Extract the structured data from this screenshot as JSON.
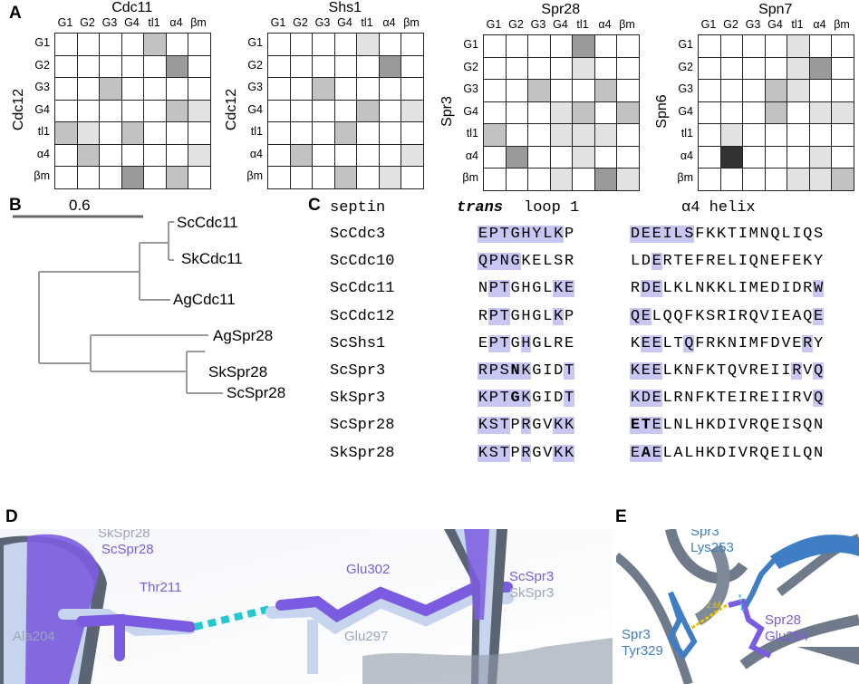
{
  "panel_labels": {
    "a": "A",
    "b": "B",
    "c": "C",
    "d": "D",
    "e": "E"
  },
  "panel_a": {
    "col_labels": [
      "G1",
      "G2",
      "G3",
      "G4",
      "tl1",
      "α4",
      "βm"
    ],
    "row_labels": [
      "G1",
      "G2",
      "G3",
      "G4",
      "tl1",
      "α4",
      "βm"
    ],
    "matrices": [
      {
        "title": "Cdc11",
        "row_title": "Cdc12",
        "cells": [
          [
            0,
            0,
            0,
            0,
            2,
            0,
            0
          ],
          [
            0,
            0,
            0,
            0,
            0,
            3,
            0
          ],
          [
            0,
            0,
            2,
            0,
            0,
            0,
            0
          ],
          [
            0,
            0,
            0,
            0,
            0,
            2,
            1
          ],
          [
            2,
            1,
            0,
            2,
            0,
            0,
            0
          ],
          [
            0,
            2,
            0,
            0,
            0,
            0,
            1
          ],
          [
            0,
            0,
            0,
            3,
            0,
            2,
            0
          ]
        ]
      },
      {
        "title": "Shs1",
        "row_title": "Cdc12",
        "cells": [
          [
            0,
            0,
            0,
            0,
            1,
            0,
            0
          ],
          [
            0,
            0,
            0,
            0,
            0,
            3,
            0
          ],
          [
            0,
            0,
            2,
            0,
            0,
            0,
            0
          ],
          [
            0,
            0,
            0,
            0,
            2,
            0,
            1
          ],
          [
            0,
            0,
            0,
            2,
            0,
            0,
            0
          ],
          [
            0,
            2,
            0,
            0,
            0,
            0,
            1
          ],
          [
            0,
            0,
            0,
            2,
            0,
            1,
            0
          ]
        ]
      },
      {
        "title": "Spr28",
        "row_title": "Spr3",
        "cells": [
          [
            0,
            0,
            0,
            0,
            3,
            0,
            0
          ],
          [
            0,
            0,
            0,
            0,
            1,
            0,
            0
          ],
          [
            0,
            0,
            2,
            0,
            0,
            2,
            0
          ],
          [
            0,
            0,
            0,
            1,
            2,
            0,
            2
          ],
          [
            2,
            0,
            0,
            1,
            1,
            1,
            0
          ],
          [
            0,
            3,
            0,
            0,
            1,
            0,
            0
          ],
          [
            0,
            0,
            0,
            1,
            0,
            3,
            1
          ]
        ]
      },
      {
        "title": "Spn7",
        "row_title": "Spn6",
        "cells": [
          [
            0,
            0,
            0,
            0,
            1,
            0,
            0
          ],
          [
            0,
            0,
            0,
            0,
            1,
            3,
            0
          ],
          [
            0,
            0,
            0,
            2,
            1,
            0,
            0
          ],
          [
            0,
            0,
            0,
            2,
            0,
            1,
            1
          ],
          [
            0,
            1,
            0,
            0,
            0,
            0,
            0
          ],
          [
            0,
            4,
            0,
            0,
            0,
            1,
            0
          ],
          [
            0,
            0,
            0,
            0,
            1,
            1,
            2
          ]
        ]
      }
    ],
    "shade_colors": [
      "#ffffff",
      "#e2e2e2",
      "#c2c2c2",
      "#9a9a9a",
      "#333333"
    ]
  },
  "panel_b": {
    "scale_label": "0.6",
    "leaves": [
      "ScCdc11",
      "SkCdc11",
      "AgCdc11",
      "AgSpr28",
      "SkSpr28",
      "ScSpr28"
    ]
  },
  "panel_c": {
    "header_name": "septin",
    "header_trans": "trans",
    "header_loop": "loop 1",
    "header_helix": "α4 helix",
    "rows": [
      {
        "name": "ScCdc3",
        "loop": "EPTGHYLKP",
        "loop_hl": [
          1,
          1,
          1,
          1,
          1,
          1,
          1,
          1,
          0
        ],
        "loop_bd": [
          0,
          0,
          0,
          0,
          0,
          0,
          0,
          0,
          0
        ],
        "helix": "DEEILSFKKTIMNQLIQS",
        "helix_hl": [
          1,
          1,
          1,
          1,
          1,
          1,
          0,
          0,
          0,
          0,
          0,
          0,
          0,
          0,
          0,
          0,
          0,
          0
        ],
        "helix_bd": [
          0,
          0,
          0,
          0,
          0,
          0,
          0,
          0,
          0,
          0,
          0,
          0,
          0,
          0,
          0,
          0,
          0,
          0
        ]
      },
      {
        "name": "ScCdc10",
        "loop": "QPNGKELSR",
        "loop_hl": [
          1,
          1,
          1,
          1,
          0,
          0,
          0,
          0,
          0
        ],
        "loop_bd": [
          0,
          0,
          0,
          0,
          0,
          0,
          0,
          0,
          0
        ],
        "helix": "LDERTEFRELIQNEFEKY",
        "helix_hl": [
          0,
          0,
          1,
          0,
          0,
          0,
          0,
          0,
          0,
          0,
          0,
          0,
          0,
          0,
          0,
          0,
          0,
          0
        ],
        "helix_bd": [
          0,
          0,
          0,
          0,
          0,
          0,
          0,
          0,
          0,
          0,
          0,
          0,
          0,
          0,
          0,
          0,
          0,
          0
        ]
      },
      {
        "name": "ScCdc11",
        "loop": "NPTGHGLKE",
        "loop_hl": [
          0,
          1,
          1,
          0,
          0,
          0,
          0,
          1,
          1
        ],
        "loop_bd": [
          0,
          0,
          0,
          0,
          0,
          0,
          0,
          0,
          0
        ],
        "helix": "RDELKLNKKLIMEDIDRW",
        "helix_hl": [
          0,
          1,
          1,
          0,
          0,
          0,
          0,
          0,
          0,
          0,
          0,
          0,
          0,
          0,
          0,
          0,
          0,
          1
        ],
        "helix_bd": [
          0,
          0,
          0,
          0,
          0,
          0,
          0,
          0,
          0,
          0,
          0,
          0,
          0,
          0,
          0,
          0,
          0,
          0
        ]
      },
      {
        "name": "ScCdc12",
        "loop": "RPTGHGLKP",
        "loop_hl": [
          0,
          1,
          1,
          0,
          0,
          0,
          0,
          1,
          0
        ],
        "loop_bd": [
          0,
          0,
          0,
          0,
          0,
          0,
          0,
          0,
          0
        ],
        "helix": "QELQQFKSRIRQVIEAQE",
        "helix_hl": [
          1,
          1,
          0,
          0,
          0,
          0,
          0,
          0,
          0,
          0,
          0,
          0,
          0,
          0,
          0,
          0,
          0,
          1
        ],
        "helix_bd": [
          0,
          0,
          0,
          0,
          0,
          0,
          0,
          0,
          0,
          0,
          0,
          0,
          0,
          0,
          0,
          0,
          0,
          0
        ]
      },
      {
        "name": "ScShs1",
        "loop": "EPTGHGLRE",
        "loop_hl": [
          0,
          1,
          1,
          0,
          1,
          0,
          0,
          0,
          0
        ],
        "loop_bd": [
          0,
          0,
          0,
          0,
          0,
          0,
          0,
          0,
          0
        ],
        "helix": "KEELTQFRKNIMFDVERY",
        "helix_hl": [
          0,
          1,
          1,
          0,
          0,
          1,
          0,
          0,
          0,
          0,
          0,
          0,
          0,
          0,
          0,
          0,
          1,
          0
        ],
        "helix_bd": [
          0,
          0,
          0,
          0,
          0,
          0,
          0,
          0,
          0,
          0,
          0,
          0,
          0,
          0,
          0,
          0,
          0,
          0
        ]
      },
      {
        "name": "ScSpr3",
        "loop": "RPSNKGIDT",
        "loop_hl": [
          1,
          1,
          1,
          1,
          1,
          0,
          0,
          0,
          1
        ],
        "loop_bd": [
          0,
          0,
          0,
          1,
          0,
          0,
          0,
          0,
          0
        ],
        "helix": "KEELKNFKTQVREIIRVQ",
        "helix_hl": [
          1,
          1,
          1,
          0,
          0,
          0,
          0,
          0,
          0,
          0,
          0,
          0,
          0,
          0,
          0,
          1,
          0,
          1
        ],
        "helix_bd": [
          0,
          0,
          0,
          0,
          0,
          0,
          0,
          0,
          0,
          0,
          0,
          0,
          0,
          0,
          0,
          0,
          0,
          0
        ]
      },
      {
        "name": "SkSpr3",
        "loop": "KPTGKGIDT",
        "loop_hl": [
          1,
          1,
          1,
          1,
          1,
          0,
          0,
          0,
          1
        ],
        "loop_bd": [
          0,
          0,
          0,
          1,
          0,
          0,
          0,
          0,
          0
        ],
        "helix": "KDELRNFKTEIREIIRVQ",
        "helix_hl": [
          1,
          1,
          1,
          0,
          0,
          0,
          0,
          0,
          0,
          0,
          0,
          0,
          0,
          0,
          0,
          0,
          0,
          1
        ],
        "helix_bd": [
          0,
          0,
          0,
          0,
          0,
          0,
          0,
          0,
          0,
          0,
          0,
          0,
          0,
          0,
          0,
          0,
          0,
          0
        ]
      },
      {
        "name": "ScSpr28",
        "loop": "KSTPRGVKK",
        "loop_hl": [
          1,
          1,
          1,
          0,
          1,
          0,
          0,
          1,
          1
        ],
        "loop_bd": [
          0,
          0,
          0,
          0,
          0,
          0,
          0,
          0,
          0
        ],
        "helix": "ETELNLHKDIVRQEISQN",
        "helix_hl": [
          1,
          1,
          1,
          0,
          0,
          0,
          0,
          0,
          0,
          0,
          0,
          0,
          0,
          0,
          0,
          0,
          0,
          0
        ],
        "helix_bd": [
          1,
          1,
          0,
          0,
          0,
          0,
          0,
          0,
          0,
          0,
          0,
          0,
          0,
          0,
          0,
          0,
          0,
          0
        ]
      },
      {
        "name": "SkSpr28",
        "loop": "KSTPRGVKK",
        "loop_hl": [
          1,
          1,
          1,
          0,
          1,
          0,
          0,
          1,
          1
        ],
        "loop_bd": [
          0,
          0,
          0,
          0,
          0,
          0,
          0,
          0,
          0
        ],
        "helix": "EAELALHKDIVRQEILQN",
        "helix_hl": [
          1,
          1,
          1,
          0,
          0,
          0,
          0,
          0,
          0,
          0,
          0,
          0,
          0,
          0,
          0,
          0,
          0,
          0
        ],
        "helix_bd": [
          0,
          1,
          0,
          0,
          0,
          0,
          0,
          0,
          0,
          0,
          0,
          0,
          0,
          0,
          0,
          0,
          0,
          0
        ]
      }
    ],
    "highlight_color": "#c8c6f2"
  },
  "panel_d": {
    "label_sk_spr28": "SkSpr28",
    "label_sc_spr28": "ScSpr28",
    "label_thr": "Thr211",
    "label_ala": "Ala204",
    "label_glu302": "Glu302",
    "label_glu297": "Glu297",
    "label_sc_spr3": "ScSpr3",
    "label_sk_spr3": "SkSpr3",
    "purple": "#7b5ce0",
    "light": "#c2d2ee",
    "grey": "#8f9aa8"
  },
  "panel_e": {
    "label_spr3_lys_a": "Spr3",
    "label_spr3_lys_b": "Lys253",
    "label_spr3_tyr_a": "Spr3",
    "label_spr3_tyr_b": "Tyr329",
    "label_spr28_a": "Spr28",
    "label_spr28_b": "Glu294",
    "label_dist": "2.8Å",
    "blue": "#3f7ec4",
    "purple": "#7b5ce0"
  }
}
